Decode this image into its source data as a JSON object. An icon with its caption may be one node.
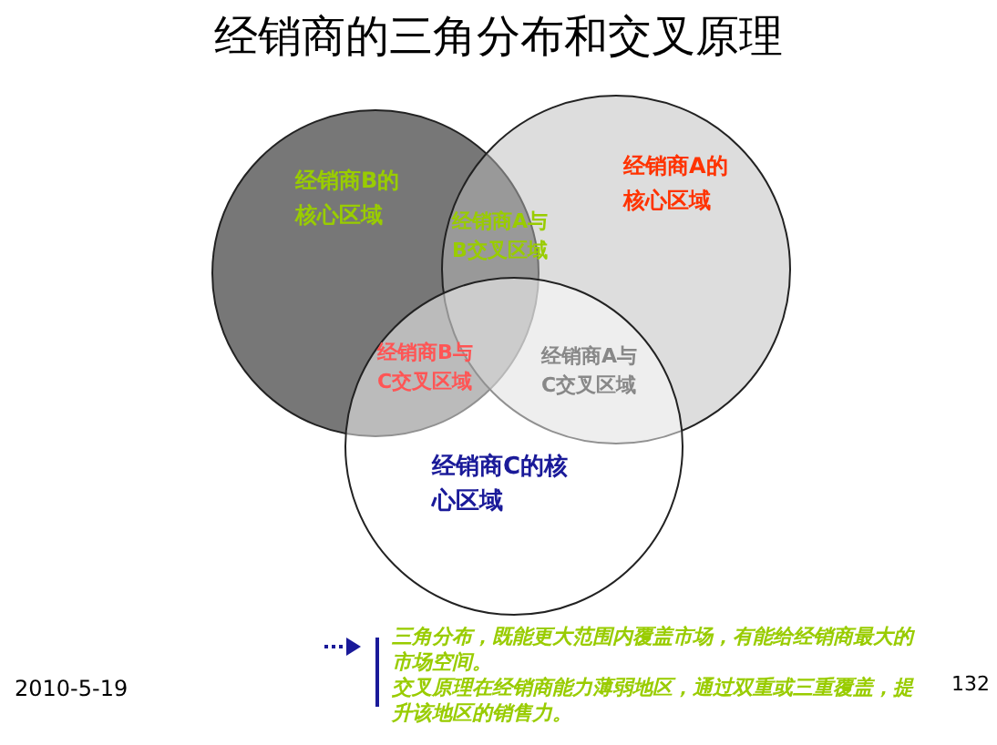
{
  "diagram": {
    "title": "经销商的三角分布和交叉原理",
    "nodes": [
      {
        "text": [
          "经销商B的核心区域"
        ]
      },
      {
        "text": [
          "经销商A的核心区域"
        ]
      },
      {
        "text": [
          "经销商C的核心区域"
        ]
      }
    ],
    "edges": [],
    "labels": [
      "经销商A与B交叉区域",
      "经销商B与C交叉区域",
      "经销商A与C交叉区域",
      "三角分布，既能更大范围内覆盖市场，有能给经销商最大的市场空间。",
      "交叉原理在经销商能力薄弱地区，通过双重或三重覆盖，提升该地区的销售力。",
      "2010-5-19",
      "132"
    ]
  }
}
